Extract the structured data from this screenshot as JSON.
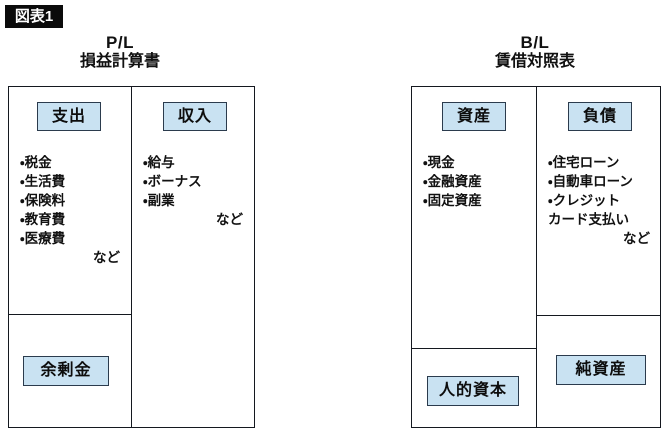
{
  "figure": {
    "badge_label": "図表1"
  },
  "statements": [
    {
      "id": "pl",
      "title_en": "P/L",
      "title_jp": "損益計算書",
      "left_column": {
        "header_label": "支出",
        "items": [
          "・税金",
          "・生活費",
          "・保険料",
          "・教育費",
          "・医療費"
        ],
        "etc_label": "など",
        "bottom_label": "余剰金"
      },
      "right_column": {
        "header_label": "収入",
        "items": [
          "・給与",
          "・ボーナス",
          "・副業"
        ],
        "etc_label": "など",
        "bottom_label": ""
      }
    },
    {
      "id": "bl",
      "title_en": "B/L",
      "title_jp": "賃借対照表",
      "left_column": {
        "header_label": "資産",
        "items": [
          "・現金",
          "・金融資産",
          "・固定資産"
        ],
        "etc_label": "",
        "bottom_label": "人的資本"
      },
      "right_column": {
        "header_label": "負債",
        "items": [
          "・住宅ローン",
          "・自動車ローン",
          "・クレジット",
          "カード支払い"
        ],
        "etc_label": "など",
        "bottom_label": "純資産"
      }
    }
  ],
  "colors": {
    "pill_fill": "#c9e2f2",
    "pill_border": "#2b3b4d",
    "frame_border": "#14181f",
    "badge_bg": "#0b0b0b",
    "badge_text": "#ffffff",
    "page_bg": "#ffffff",
    "text": "#111111"
  }
}
